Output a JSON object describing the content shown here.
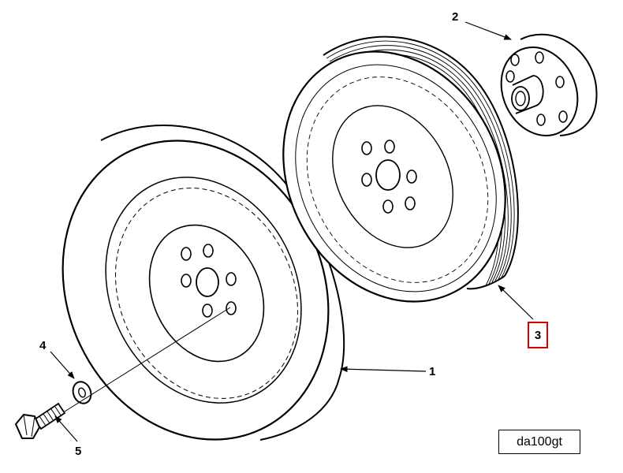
{
  "callouts": {
    "c1": "1",
    "c2": "2",
    "c3": "3",
    "c4": "4",
    "c5": "5"
  },
  "reference_id": "da100gt",
  "colors": {
    "line": "#000000",
    "highlight": "#d40000",
    "background": "#ffffff"
  }
}
